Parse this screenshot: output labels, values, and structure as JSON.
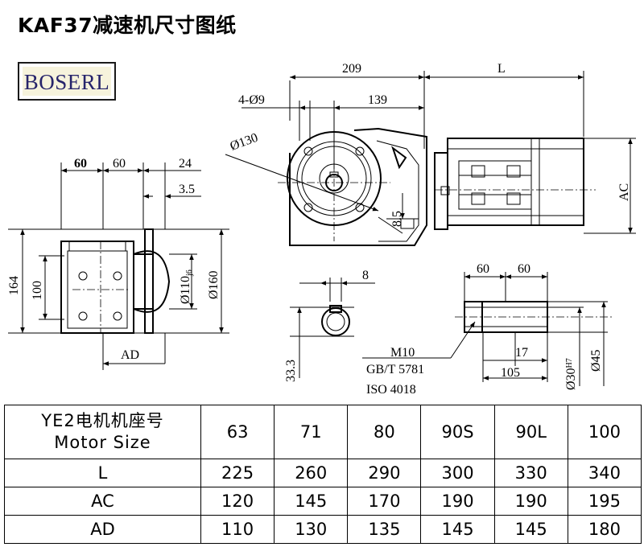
{
  "title": "KAF37减速机尺寸图纸",
  "brand": "BOSERL",
  "dims": {
    "d209": "209",
    "dL": "L",
    "d4phi9": "4-Ø9",
    "d139": "139",
    "phi130": "Ø130",
    "dAC": "AC",
    "d8_5": "8.5",
    "d60b": "60",
    "d60": "60",
    "d24": "24",
    "d3_5": "3.5",
    "d164": "164",
    "d100": "100",
    "phi110": "Ø110",
    "phi110_tol": "j6",
    "phi160": "Ø160",
    "dAD": "AD",
    "d8": "8",
    "d33_3": "33.3",
    "d60s1": "60",
    "d60s2": "60",
    "m10": "M10",
    "gbt": "GB/T 5781",
    "iso": "ISO 4018",
    "d17": "17",
    "d105": "105",
    "phi30": "Ø30",
    "phi30_tol": "H7",
    "phi45": "Ø45"
  },
  "table": {
    "header_line1": "YE2电机机座号",
    "header_line2": "Motor Size",
    "columns": [
      "63",
      "71",
      "80",
      "90S",
      "90L",
      "100"
    ],
    "rows": [
      {
        "label": "L",
        "values": [
          "225",
          "260",
          "290",
          "300",
          "330",
          "340"
        ]
      },
      {
        "label": "AC",
        "values": [
          "120",
          "145",
          "170",
          "190",
          "190",
          "195"
        ]
      },
      {
        "label": "AD",
        "values": [
          "110",
          "130",
          "135",
          "145",
          "145",
          "180"
        ]
      }
    ]
  }
}
